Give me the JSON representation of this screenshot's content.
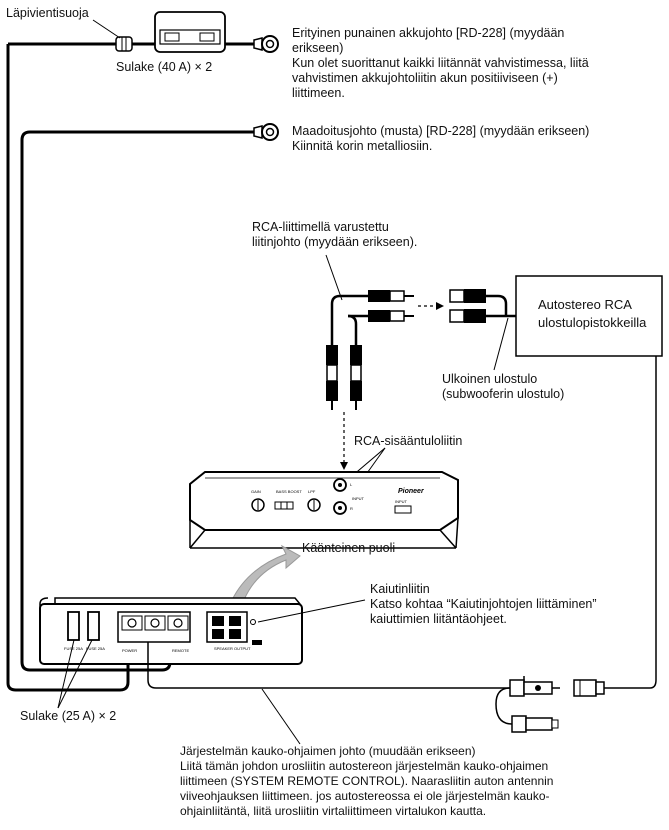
{
  "labels": {
    "feedthrough": "Läpivientisuoja",
    "fuse_40": "Sulake (40 A) × 2",
    "battery_cable": "Erityinen punainen akkujohto [RD-228] (myydään\nerikseen)\nKun olet suorittanut kaikki liitännät vahvistimessa, liitä\nvahvistimen akkujohtoliitin akun positiiviseen (+)\nliittimeen.",
    "ground_cable": "Maadoitusjohto (musta) [RD-228] (myydään erikseen)\nKiinnitä korin metalliosiin.",
    "rca_cable": "RCA-liittimellä varustettu\nliitinjohto (myydään erikseen).",
    "head_unit_rca": "Autostereo RCA\nulostulopistokkeilla",
    "external_output": "Ulkoinen ulostulo\n(subwooferin ulostulo)",
    "rca_input": "RCA-sisääntuloliitin",
    "reverse_side": "Käänteinen puoli",
    "speaker_terminal": "Kaiutinliitin\nKatso kohtaa “Kaiutinjohtojen liittäminen”\nkaiuttimien liitäntäohjeet.",
    "fuse_25": "Sulake (25 A) × 2",
    "remote_cable": "Järjestelmän kauko-ohjaimen johto (muudään erikseen)\nLiitä tämän johdon urosliitin autostereon järjestelmän kauko-ohjaimen\nliittimeen (SYSTEM REMOTE CONTROL). Naarasliitin auton antennin\nviiveohjauksen liittimeen. jos autostereossa ei ole järjestelmän kauko-\nohjainliitäntä, liitä urosliitin virtaliittimeen virtalukon kautta."
  },
  "amp_panel_text": {
    "brand": "Pioneer",
    "input": "INPUT",
    "input_l": "L",
    "input_r": "R",
    "input_level": "INPUT",
    "bass_boost": "BASS\nBOOST",
    "lpf": "LPF",
    "gain": "GAIN",
    "power": "POWER",
    "remote": "REMOTE",
    "speaker_output": "SPEAKER OUTPUT",
    "fuse_label_1": "FUSE 25A",
    "fuse_label_2": "FUSE 25A"
  }
}
